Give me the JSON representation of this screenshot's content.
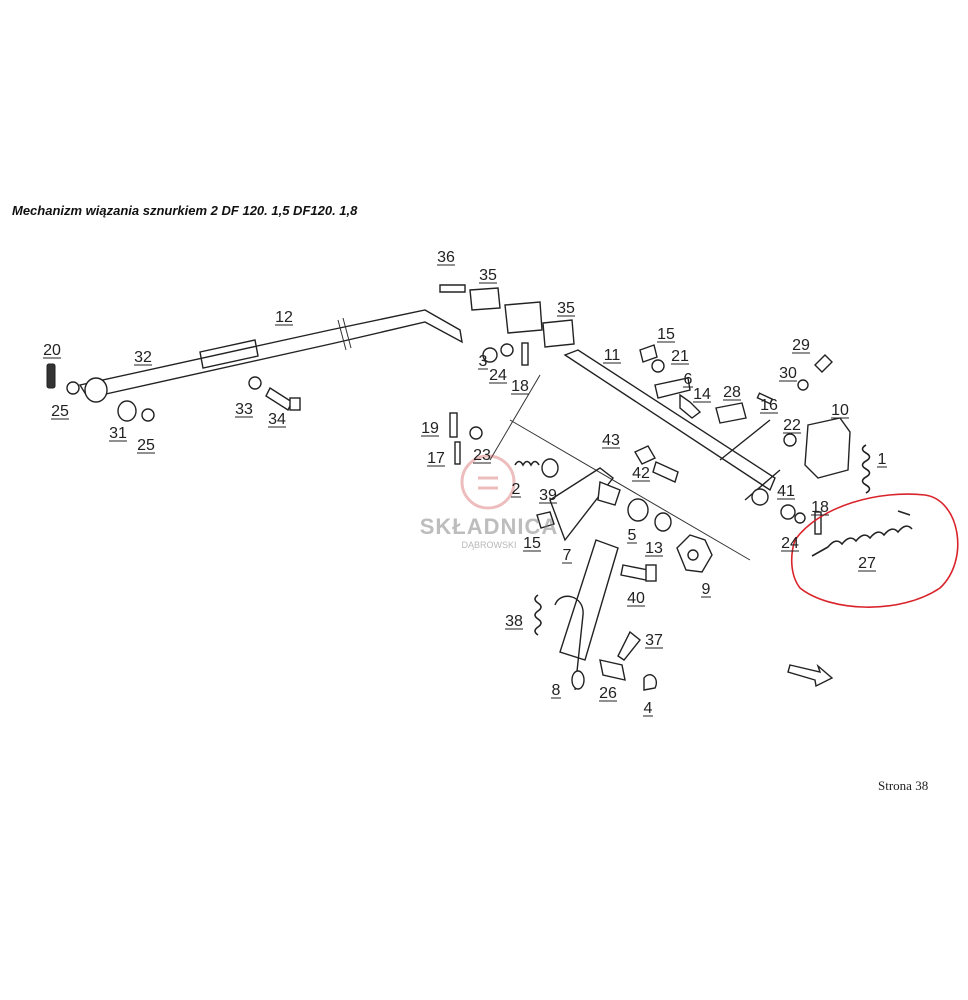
{
  "title": "Mechanizm wiązania sznurkiem 2 DF 120. 1,5 DF120. 1,8",
  "page_label": "Strona 38",
  "watermark": {
    "brand": "SKŁADNICA",
    "sub": "DĄBROWSKI"
  },
  "highlight_color": "#d9232a",
  "callouts": [
    "36",
    "35",
    "35",
    "12",
    "32",
    "20",
    "25",
    "31",
    "25",
    "33",
    "34",
    "3",
    "24",
    "18",
    "11",
    "15",
    "21",
    "6",
    "14",
    "28",
    "16",
    "29",
    "30",
    "22",
    "10",
    "19",
    "23",
    "17",
    "2",
    "39",
    "43",
    "42",
    "41",
    "18",
    "24",
    "1",
    "27",
    "15",
    "5",
    "13",
    "7",
    "9",
    "40",
    "38",
    "37",
    "8",
    "26",
    "4"
  ]
}
